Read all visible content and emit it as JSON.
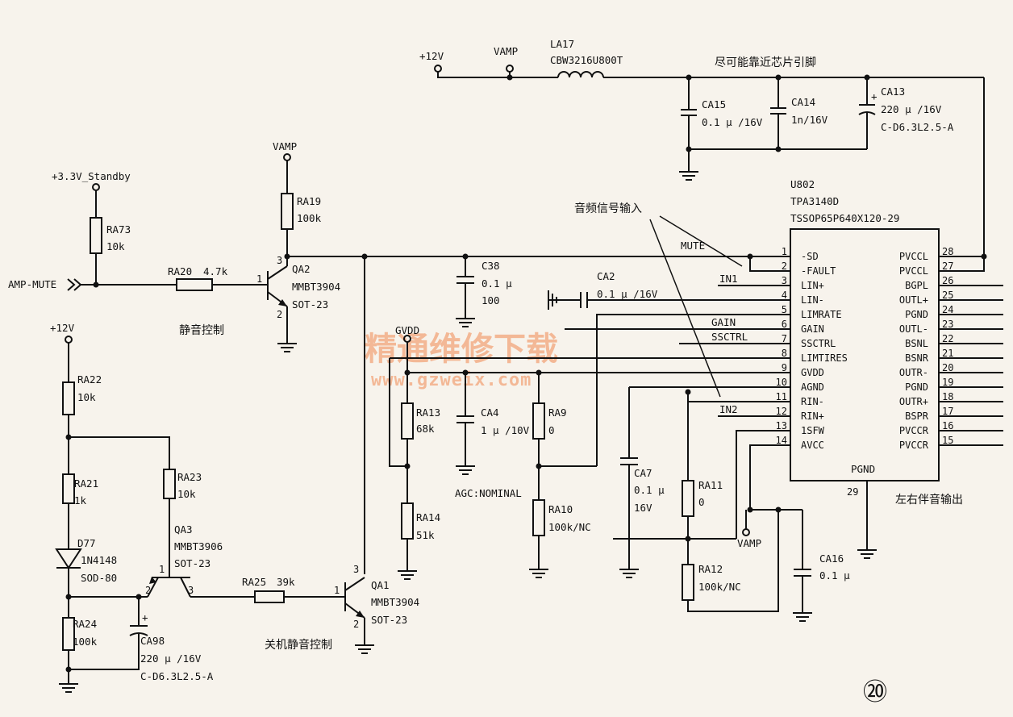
{
  "rails": {
    "p12v_top": "+12V",
    "vamp_top": "VAMP",
    "vamp_qa2": "VAMP",
    "standby": "+3.3V_Standby",
    "p12v_left": "+12V",
    "gvdd": "GVDD",
    "vamp_bottom": "VAMP"
  },
  "input_label": "AMP-MUTE",
  "net_labels": {
    "mute": "MUTE",
    "in1": "IN1",
    "in2": "IN2",
    "gain": "GAIN",
    "ssctrl": "SSCTRL"
  },
  "components": {
    "la17": {
      "ref": "LA17",
      "value": "CBW3216U800T"
    },
    "ca15": {
      "ref": "CA15",
      "value": "0.1 μ /16V"
    },
    "ca14": {
      "ref": "CA14",
      "value": "1n/16V"
    },
    "ca13": {
      "ref": "CA13",
      "value": "220 μ /16V",
      "pkg": "C-D6.3L2.5-A"
    },
    "ra73": {
      "ref": "RA73",
      "value": "10k"
    },
    "ra19": {
      "ref": "RA19",
      "value": "100k"
    },
    "ra20": {
      "ref": "RA20",
      "value": "4.7k"
    },
    "qa2": {
      "ref": "QA2",
      "value": "MMBT3904",
      "pkg": "SOT-23"
    },
    "c38": {
      "ref": "C38",
      "value": "0.1 μ",
      "value2": "100"
    },
    "ca2": {
      "ref": "CA2",
      "value": "0.1 μ /16V"
    },
    "ra13": {
      "ref": "RA13",
      "value": "68k"
    },
    "ca4": {
      "ref": "CA4",
      "value": "1 μ /10V"
    },
    "ra9": {
      "ref": "RA9",
      "value": "0"
    },
    "ra14": {
      "ref": "RA14",
      "value": "51k"
    },
    "ra10": {
      "ref": "RA10",
      "value": "100k/NC"
    },
    "ca7": {
      "ref": "CA7",
      "value": "0.1 μ",
      "value2": "16V"
    },
    "ra11": {
      "ref": "RA11",
      "value": "0"
    },
    "ra12": {
      "ref": "RA12",
      "value": "100k/NC"
    },
    "ca16": {
      "ref": "CA16",
      "value": "0.1 μ"
    },
    "ra22": {
      "ref": "RA22",
      "value": "10k"
    },
    "ra21": {
      "ref": "RA21",
      "value": "1k"
    },
    "ra23": {
      "ref": "RA23",
      "value": "10k"
    },
    "qa3": {
      "ref": "QA3",
      "value": "MMBT3906",
      "pkg": "SOT-23"
    },
    "d77": {
      "ref": "D77",
      "value": "1N4148",
      "pkg": "SOD-80"
    },
    "ra24": {
      "ref": "RA24",
      "value": "100k"
    },
    "ca98": {
      "ref": "CA98",
      "value": "220 μ /16V",
      "pkg": "C-D6.3L2.5-A"
    },
    "ra25": {
      "ref": "RA25",
      "value": "39k"
    },
    "qa1": {
      "ref": "QA1",
      "value": "MMBT3904",
      "pkg": "SOT-23"
    }
  },
  "ic": {
    "ref": "U802",
    "part": "TPA3140D",
    "pkg": "TSSOP65P640X120-29",
    "pgnd_label": "PGND",
    "pgnd_pin": "29",
    "left_pins": [
      {
        "num": "1",
        "name": "-SD"
      },
      {
        "num": "2",
        "name": "-FAULT"
      },
      {
        "num": "3",
        "name": "LIN+"
      },
      {
        "num": "4",
        "name": "LIN-"
      },
      {
        "num": "5",
        "name": "LIMRATE"
      },
      {
        "num": "6",
        "name": "GAIN"
      },
      {
        "num": "7",
        "name": "SSCTRL"
      },
      {
        "num": "8",
        "name": "LIMTIRES"
      },
      {
        "num": "9",
        "name": "GVDD"
      },
      {
        "num": "10",
        "name": "AGND"
      },
      {
        "num": "11",
        "name": "RIN-"
      },
      {
        "num": "12",
        "name": "RIN+"
      },
      {
        "num": "13",
        "name": "1SFW"
      },
      {
        "num": "14",
        "name": "AVCC"
      }
    ],
    "right_pins": [
      {
        "num": "28",
        "name": "PVCCL"
      },
      {
        "num": "27",
        "name": "PVCCL"
      },
      {
        "num": "26",
        "name": "BGPL"
      },
      {
        "num": "25",
        "name": "OUTL+"
      },
      {
        "num": "24",
        "name": "PGND"
      },
      {
        "num": "23",
        "name": "OUTL-"
      },
      {
        "num": "22",
        "name": "BSNL"
      },
      {
        "num": "21",
        "name": "BSNR"
      },
      {
        "num": "20",
        "name": "OUTR-"
      },
      {
        "num": "19",
        "name": "PGND"
      },
      {
        "num": "18",
        "name": "OUTR+"
      },
      {
        "num": "17",
        "name": "BSPR"
      },
      {
        "num": "16",
        "name": "PVCCR"
      },
      {
        "num": "15",
        "name": "PVCCR"
      }
    ]
  },
  "notes": {
    "near_pin": "尽可能靠近芯片引脚",
    "audio_input": "音频信号输入",
    "mute_ctrl": "静音控制",
    "agc": "AGC:NOMINAL",
    "output": "左右伴音输出",
    "shutdown_mute": "关机静音控制",
    "figure_num": "⑳"
  },
  "watermark": {
    "cn": "精通维修下载",
    "url": "www.gzweix.com"
  }
}
